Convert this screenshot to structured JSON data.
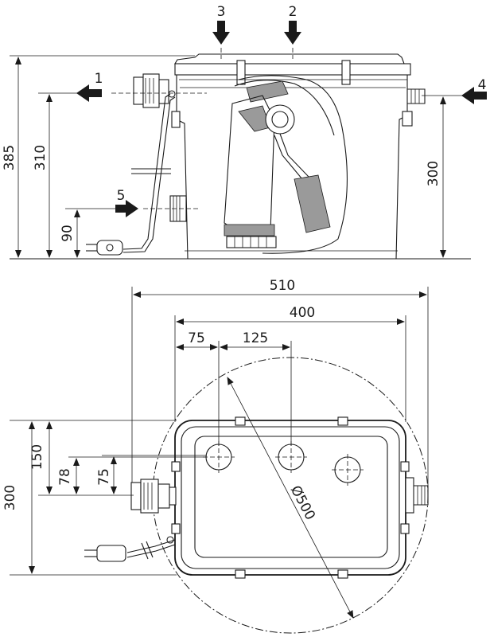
{
  "side_view": {
    "dimensions": {
      "total_height": "385",
      "inlet_1_height": "310",
      "inlet_4_height": "300",
      "inlet_5_height": "90"
    },
    "callouts": {
      "c1": "1",
      "c2": "2",
      "c3": "3",
      "c4": "4",
      "c5": "5"
    }
  },
  "top_view": {
    "dimensions": {
      "overall_width": "510",
      "tank_width": "400",
      "first_port_offset": "75",
      "port_spacing": "125",
      "tank_depth": "300",
      "depth_150": "150",
      "depth_78": "78",
      "depth_75": "75",
      "diameter": "Ø500"
    }
  },
  "colors": {
    "line": "#1a1a1a",
    "background": "#ffffff",
    "fill_grey": "#9a9a9a"
  }
}
